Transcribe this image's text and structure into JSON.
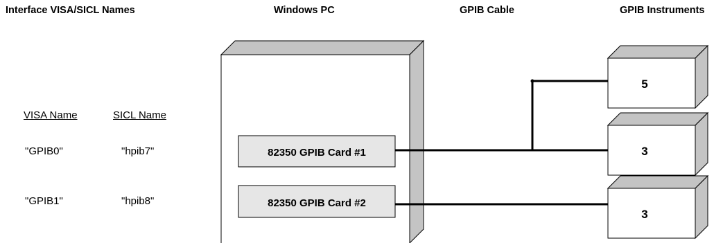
{
  "headers": {
    "interface_names": "Interface VISA/SICL Names",
    "pc": "Windows PC",
    "cable": "GPIB Cable",
    "instruments": "GPIB Instruments"
  },
  "name_table": {
    "visa_header": "VISA Name",
    "sicl_header": "SICL Name",
    "rows": [
      {
        "visa": "\"GPIB0\"",
        "sicl": "\"hpib7\""
      },
      {
        "visa": "\"GPIB1\"",
        "sicl": "\"hpib8\""
      }
    ]
  },
  "cards": [
    {
      "label": "82350 GPIB Card #1"
    },
    {
      "label": "82350 GPIB Card #2"
    }
  ],
  "instruments": [
    {
      "address": "5"
    },
    {
      "address": "3"
    },
    {
      "address": "3"
    }
  ],
  "colors": {
    "box_side": "#c4c4c4",
    "card_fill": "#e6e6e6",
    "line": "#000000"
  }
}
